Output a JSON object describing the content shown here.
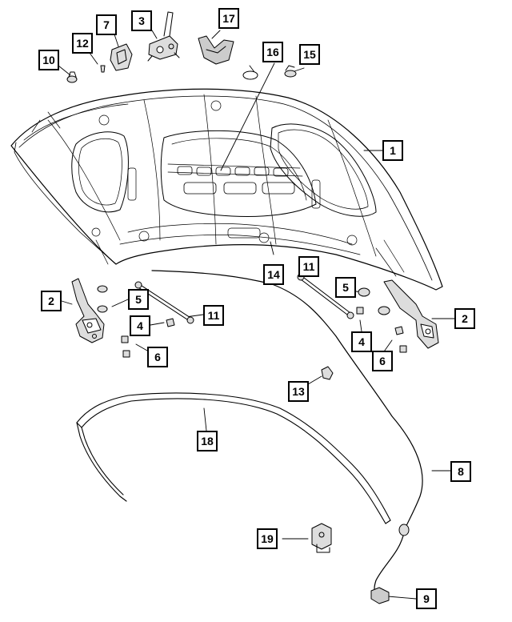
{
  "diagram": {
    "type": "exploded-parts-diagram",
    "subject": "hood assembly",
    "callouts": [
      {
        "id": "c1",
        "label": "1"
      },
      {
        "id": "c2a",
        "label": "2"
      },
      {
        "id": "c2b",
        "label": "2"
      },
      {
        "id": "c3",
        "label": "3"
      },
      {
        "id": "c4a",
        "label": "4"
      },
      {
        "id": "c4b",
        "label": "4"
      },
      {
        "id": "c5a",
        "label": "5"
      },
      {
        "id": "c5b",
        "label": "5"
      },
      {
        "id": "c6a",
        "label": "6"
      },
      {
        "id": "c6b",
        "label": "6"
      },
      {
        "id": "c7",
        "label": "7"
      },
      {
        "id": "c8",
        "label": "8"
      },
      {
        "id": "c9",
        "label": "9"
      },
      {
        "id": "c10",
        "label": "10"
      },
      {
        "id": "c11a",
        "label": "11"
      },
      {
        "id": "c11b",
        "label": "11"
      },
      {
        "id": "c12",
        "label": "12"
      },
      {
        "id": "c13",
        "label": "13"
      },
      {
        "id": "c14",
        "label": "14"
      },
      {
        "id": "c15",
        "label": "15"
      },
      {
        "id": "c16",
        "label": "16"
      },
      {
        "id": "c17",
        "label": "17"
      },
      {
        "id": "c18",
        "label": "18"
      },
      {
        "id": "c19",
        "label": "19"
      }
    ]
  }
}
